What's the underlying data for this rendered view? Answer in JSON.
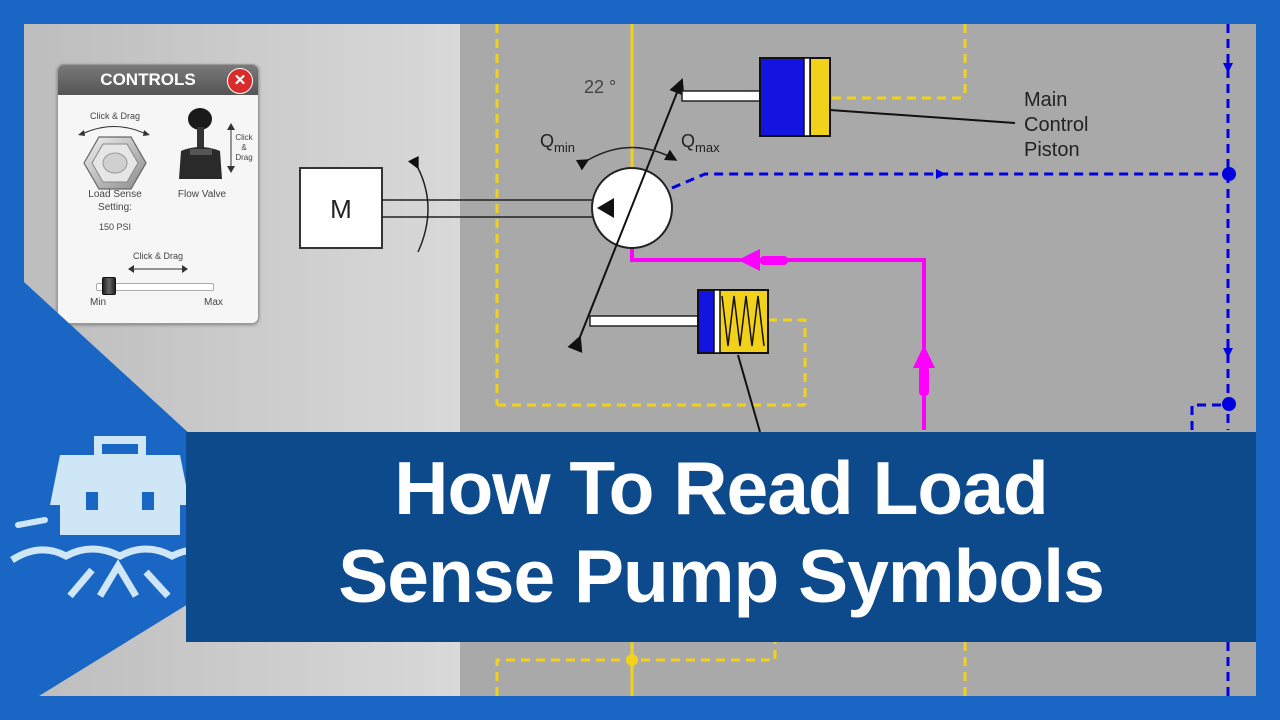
{
  "controls": {
    "title": "CONTROLS",
    "close_icon": "close-icon",
    "knob_hint": "Click & Drag",
    "knob_label_1": "Load Sense",
    "knob_label_2": "Setting:",
    "knob_value": "150 PSI",
    "lever_hint_1": "Click",
    "lever_hint_2": "&",
    "lever_hint_3": "Drag",
    "lever_label": "Flow Valve",
    "slider_hint": "Click & Drag",
    "slider_min": "Min",
    "slider_max": "Max",
    "slider_level": 0.06
  },
  "diagram": {
    "motor_label": "M",
    "angle_label": "22 °",
    "qmin_label": "Q",
    "qmin_sub": "min",
    "qmax_label": "Q",
    "qmax_sub": "max",
    "piston_label_1": "Main",
    "piston_label_2": "Control",
    "piston_label_3": "Piston"
  },
  "banner": {
    "line1": "How To Read Load",
    "line2": "Sense Pump Symbols"
  },
  "colors": {
    "frame": "#1a66c4",
    "banner": "#0c4a8c",
    "yellow_pilot": "#f2d11a",
    "blue_pilot": "#0000e0",
    "magenta_flow": "#ff00ff"
  }
}
